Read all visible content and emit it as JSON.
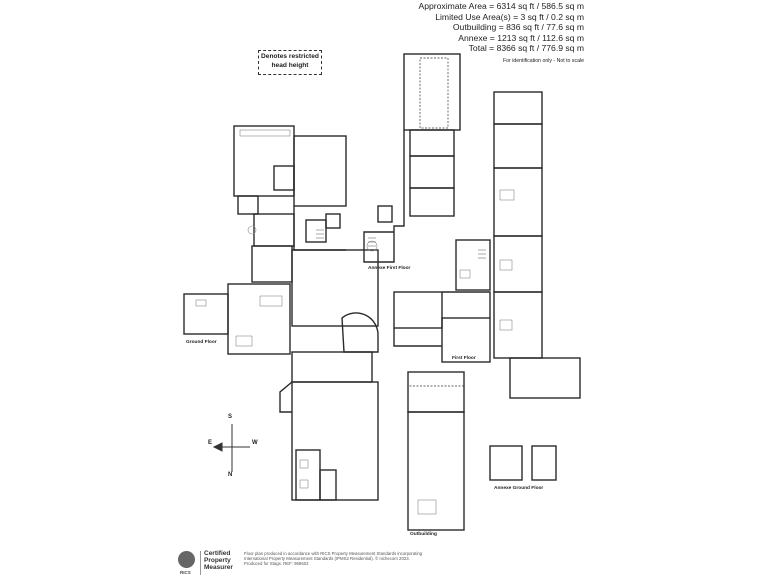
{
  "summary": {
    "line1": "Approximate Area = 6314 sq ft / 586.5 sq m",
    "line2": "Limited Use Area(s) = 3 sq ft / 0.2 sq m",
    "line3": "Outbuilding = 836 sq ft / 77.6 sq m",
    "line4": "Annexe = 1213 sq ft / 112.6 sq m",
    "line5": "Total = 8366 sq ft / 776.9 sq m",
    "ident": "For identification only - Not to scale"
  },
  "restricted_label": "Denotes restricted head height",
  "captions": {
    "ground_floor": "Ground Floor",
    "annexe_first_floor": "Annexe First Floor",
    "first_floor": "First Floor",
    "annexe_ground_floor": "Annexe Ground Floor",
    "outbuilding": "Outbuilding"
  },
  "compass": {
    "n": "N",
    "s": "S",
    "e": "E",
    "w": "W"
  },
  "footer": {
    "rics_text": "RICS",
    "certified": "Certified",
    "property": "Property",
    "measurer": "Measurer",
    "legal1": "Floor plan produced in accordance with RICS Property Measurement Standards incorporating",
    "legal2": "International Property Measurement Standards (IPMS2 Residential). © nichecom 2023.",
    "legal3": "Produced for Stags. REF: 968602"
  },
  "colors": {
    "wall": "#2a2a2a",
    "fixture": "#888888"
  }
}
